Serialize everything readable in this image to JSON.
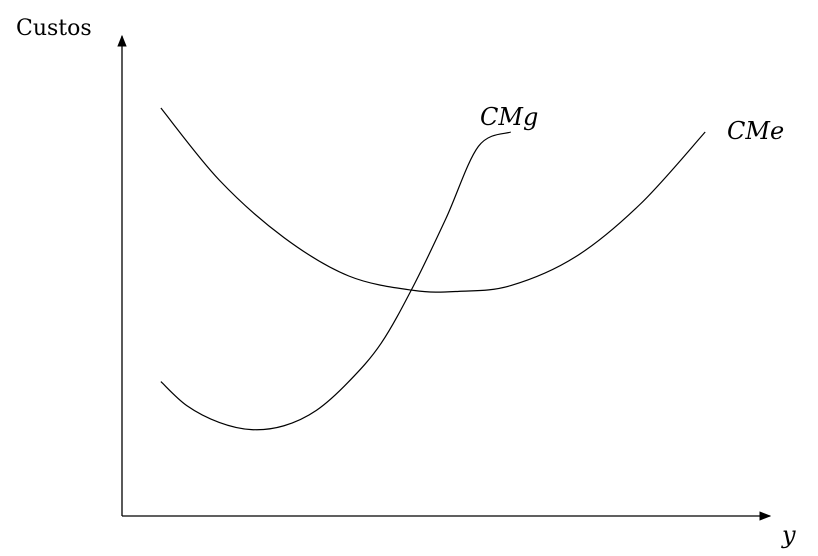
{
  "chart_data": {
    "type": "line",
    "title": "",
    "ylabel": "Custos",
    "xlabel": "y",
    "grid": false,
    "legend": "none",
    "xlim": [
      0,
      10
    ],
    "ylim": [
      0,
      10
    ],
    "axis_color": "#000000",
    "series": [
      {
        "name": "CMg",
        "color": "#000000",
        "x": [
          0.6,
          1.0,
          1.5,
          2.0,
          2.5,
          3.0,
          3.5,
          4.0,
          4.5,
          5.0,
          5.5,
          6.0
        ],
        "y": [
          2.8,
          2.3,
          1.95,
          1.8,
          1.88,
          2.2,
          2.8,
          3.6,
          4.8,
          6.2,
          7.7,
          8.0
        ]
      },
      {
        "name": "CMe",
        "color": "#000000",
        "x": [
          0.6,
          1.5,
          2.5,
          3.5,
          4.5,
          5.2,
          6.0,
          7.0,
          8.0,
          9.0
        ],
        "y": [
          8.5,
          7.0,
          5.8,
          5.0,
          4.7,
          4.68,
          4.8,
          5.4,
          6.5,
          8.0
        ]
      }
    ]
  }
}
